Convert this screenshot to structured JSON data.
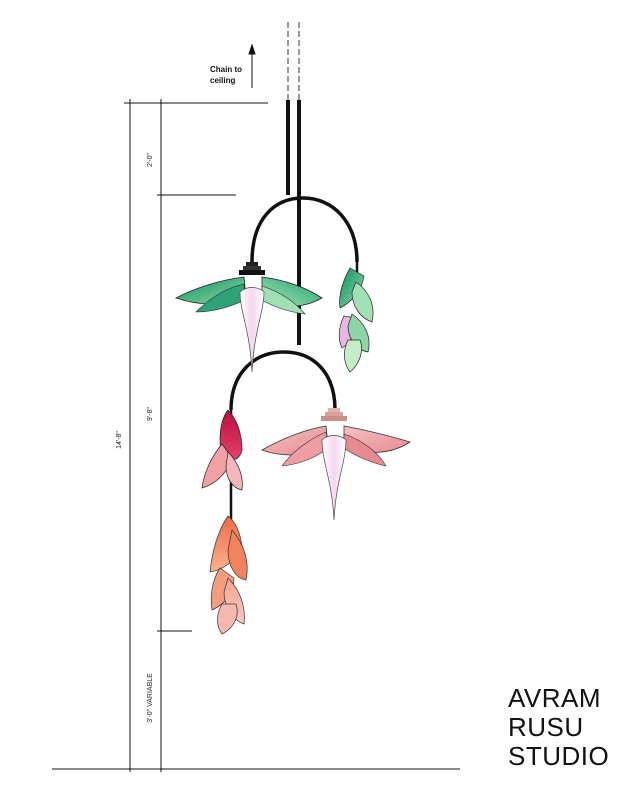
{
  "annotations": {
    "chain_label_line1": "Chain to",
    "chain_label_line2": "ceiling",
    "dim_top": "2'-0\"",
    "dim_middle": "9'-8\"",
    "dim_overall": "14'-8\"",
    "dim_bottom": "3'-0\" VARIABLE"
  },
  "brand": {
    "line1": "AVRAM",
    "line2": "RUSU",
    "line3": "STUDIO"
  },
  "colors": {
    "line": "#111111",
    "green_dark": "#1f9a6c",
    "green_light": "#8fd6a8",
    "pink_light": "#f2b7b9",
    "rose": "#e98a92",
    "magenta": "#c8174c",
    "lilac": "#e9b6e6",
    "coral": "#f07a5a",
    "salmon": "#f59a8c"
  }
}
